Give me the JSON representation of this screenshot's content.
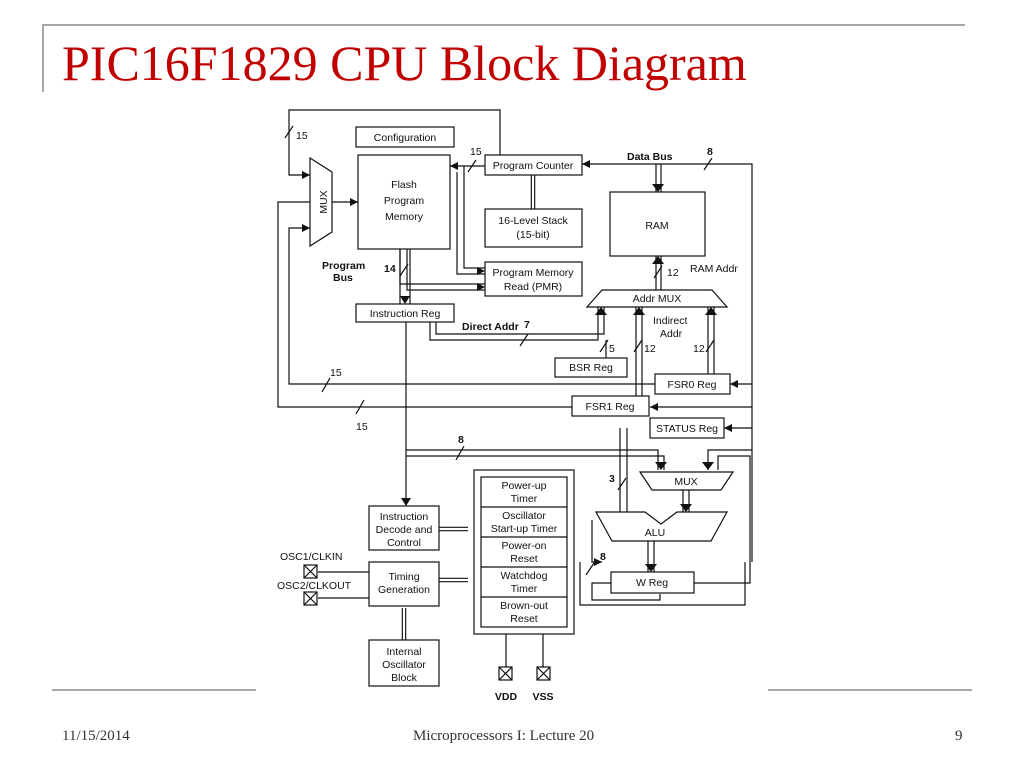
{
  "slide": {
    "title": "PIC16F1829 CPU Block Diagram",
    "date": "11/15/2014",
    "course": "Microprocessors I: Lecture 20",
    "page": "9"
  },
  "diagram": {
    "blocks": {
      "configuration": "Configuration",
      "flash": [
        "Flash",
        "Program",
        "Memory"
      ],
      "program_counter": "Program Counter",
      "stack": [
        "16-Level Stack",
        "(15-bit)"
      ],
      "pmr": [
        "Program Memory",
        "Read (PMR)"
      ],
      "ram": "RAM",
      "addr_mux": "Addr MUX",
      "instruction_reg": "Instruction Reg",
      "bsr_reg": "BSR Reg",
      "fsr0_reg": "FSR0 Reg",
      "fsr1_reg": "FSR1 Reg",
      "status_reg": "STATUS Reg",
      "mux_left": "MUX",
      "mux_alu": "MUX",
      "alu": "ALU",
      "w_reg": "W Reg",
      "decode": [
        "Instruction",
        "Decode and",
        "Control"
      ],
      "timing": [
        "Timing",
        "Generation"
      ],
      "osc_block": [
        "Internal",
        "Oscillator",
        "Block"
      ],
      "timers": [
        [
          "Power-up",
          "Timer"
        ],
        [
          "Oscillator",
          "Start-up Timer"
        ],
        [
          "Power-on",
          "Reset"
        ],
        [
          "Watchdog",
          "Timer"
        ],
        [
          "Brown-out",
          "Reset"
        ]
      ]
    },
    "labels": {
      "data_bus": "Data Bus",
      "program_bus": [
        "Program",
        "Bus"
      ],
      "direct_addr": "Direct Addr",
      "ram_addr": "RAM Addr",
      "indirect_addr": [
        "Indirect",
        "Addr"
      ],
      "osc1": "OSC1/CLKIN",
      "osc2": "OSC2/CLKOUT",
      "vdd": "VDD",
      "vss": "VSS"
    },
    "bus_widths": {
      "top_loop": "15",
      "pc_to_flash": "15",
      "data_bus": "8",
      "program_bus": "14",
      "ram_addr": "12",
      "direct_addr": "7",
      "bsr": "5",
      "fsr_mid": "12",
      "fsr_right": "12",
      "fsr0_loop": "15",
      "fsr1_loop": "15",
      "ir_to_mux": "8",
      "status_to_alu": "3",
      "alu_out": "8"
    }
  }
}
